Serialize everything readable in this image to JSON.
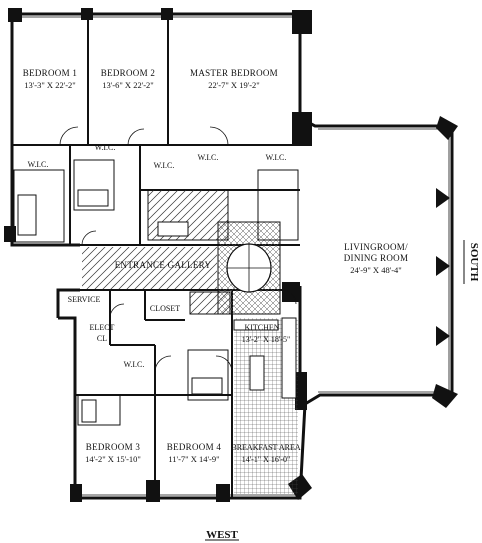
{
  "rooms": {
    "bedroom1": {
      "name": "BEDROOM 1",
      "dims": "13'-3\" X 22'-2\""
    },
    "bedroom2": {
      "name": "BEDROOM 2",
      "dims": "13'-6\" X 22'-2\""
    },
    "master": {
      "name": "MASTER BEDROOM",
      "dims": "22'-7\" X 19'-2\""
    },
    "living": {
      "name": "LIVINGROOM/",
      "name2": "DINING ROOM",
      "dims": "24'-9\" X 48'-4\""
    },
    "gallery": {
      "name": "ENTRANCE GALLERY"
    },
    "service": {
      "name": "SERVICE"
    },
    "closet": {
      "name": "CLOSET"
    },
    "elect": {
      "name": "ELECT",
      "name2": "CL"
    },
    "kitchen": {
      "name": "KITCHEN",
      "dims": "13'-2\" X 18'-5\""
    },
    "bedroom3": {
      "name": "BEDROOM 3",
      "dims": "14'-2\" X 15'-10\""
    },
    "bedroom4": {
      "name": "BEDROOM 4",
      "dims": "11'-7\" X 14'-9\""
    },
    "breakfast": {
      "name": "BREAKFAST AREA",
      "dims": "14'-1\" X 16'-0\""
    }
  },
  "wic": [
    "W.I.C.",
    "W.I.C.",
    "W.I.C.",
    "W.I.C.",
    "W.I.C.",
    "W.I.C."
  ],
  "orientation": {
    "south": "SOUTH",
    "west": "WEST"
  }
}
